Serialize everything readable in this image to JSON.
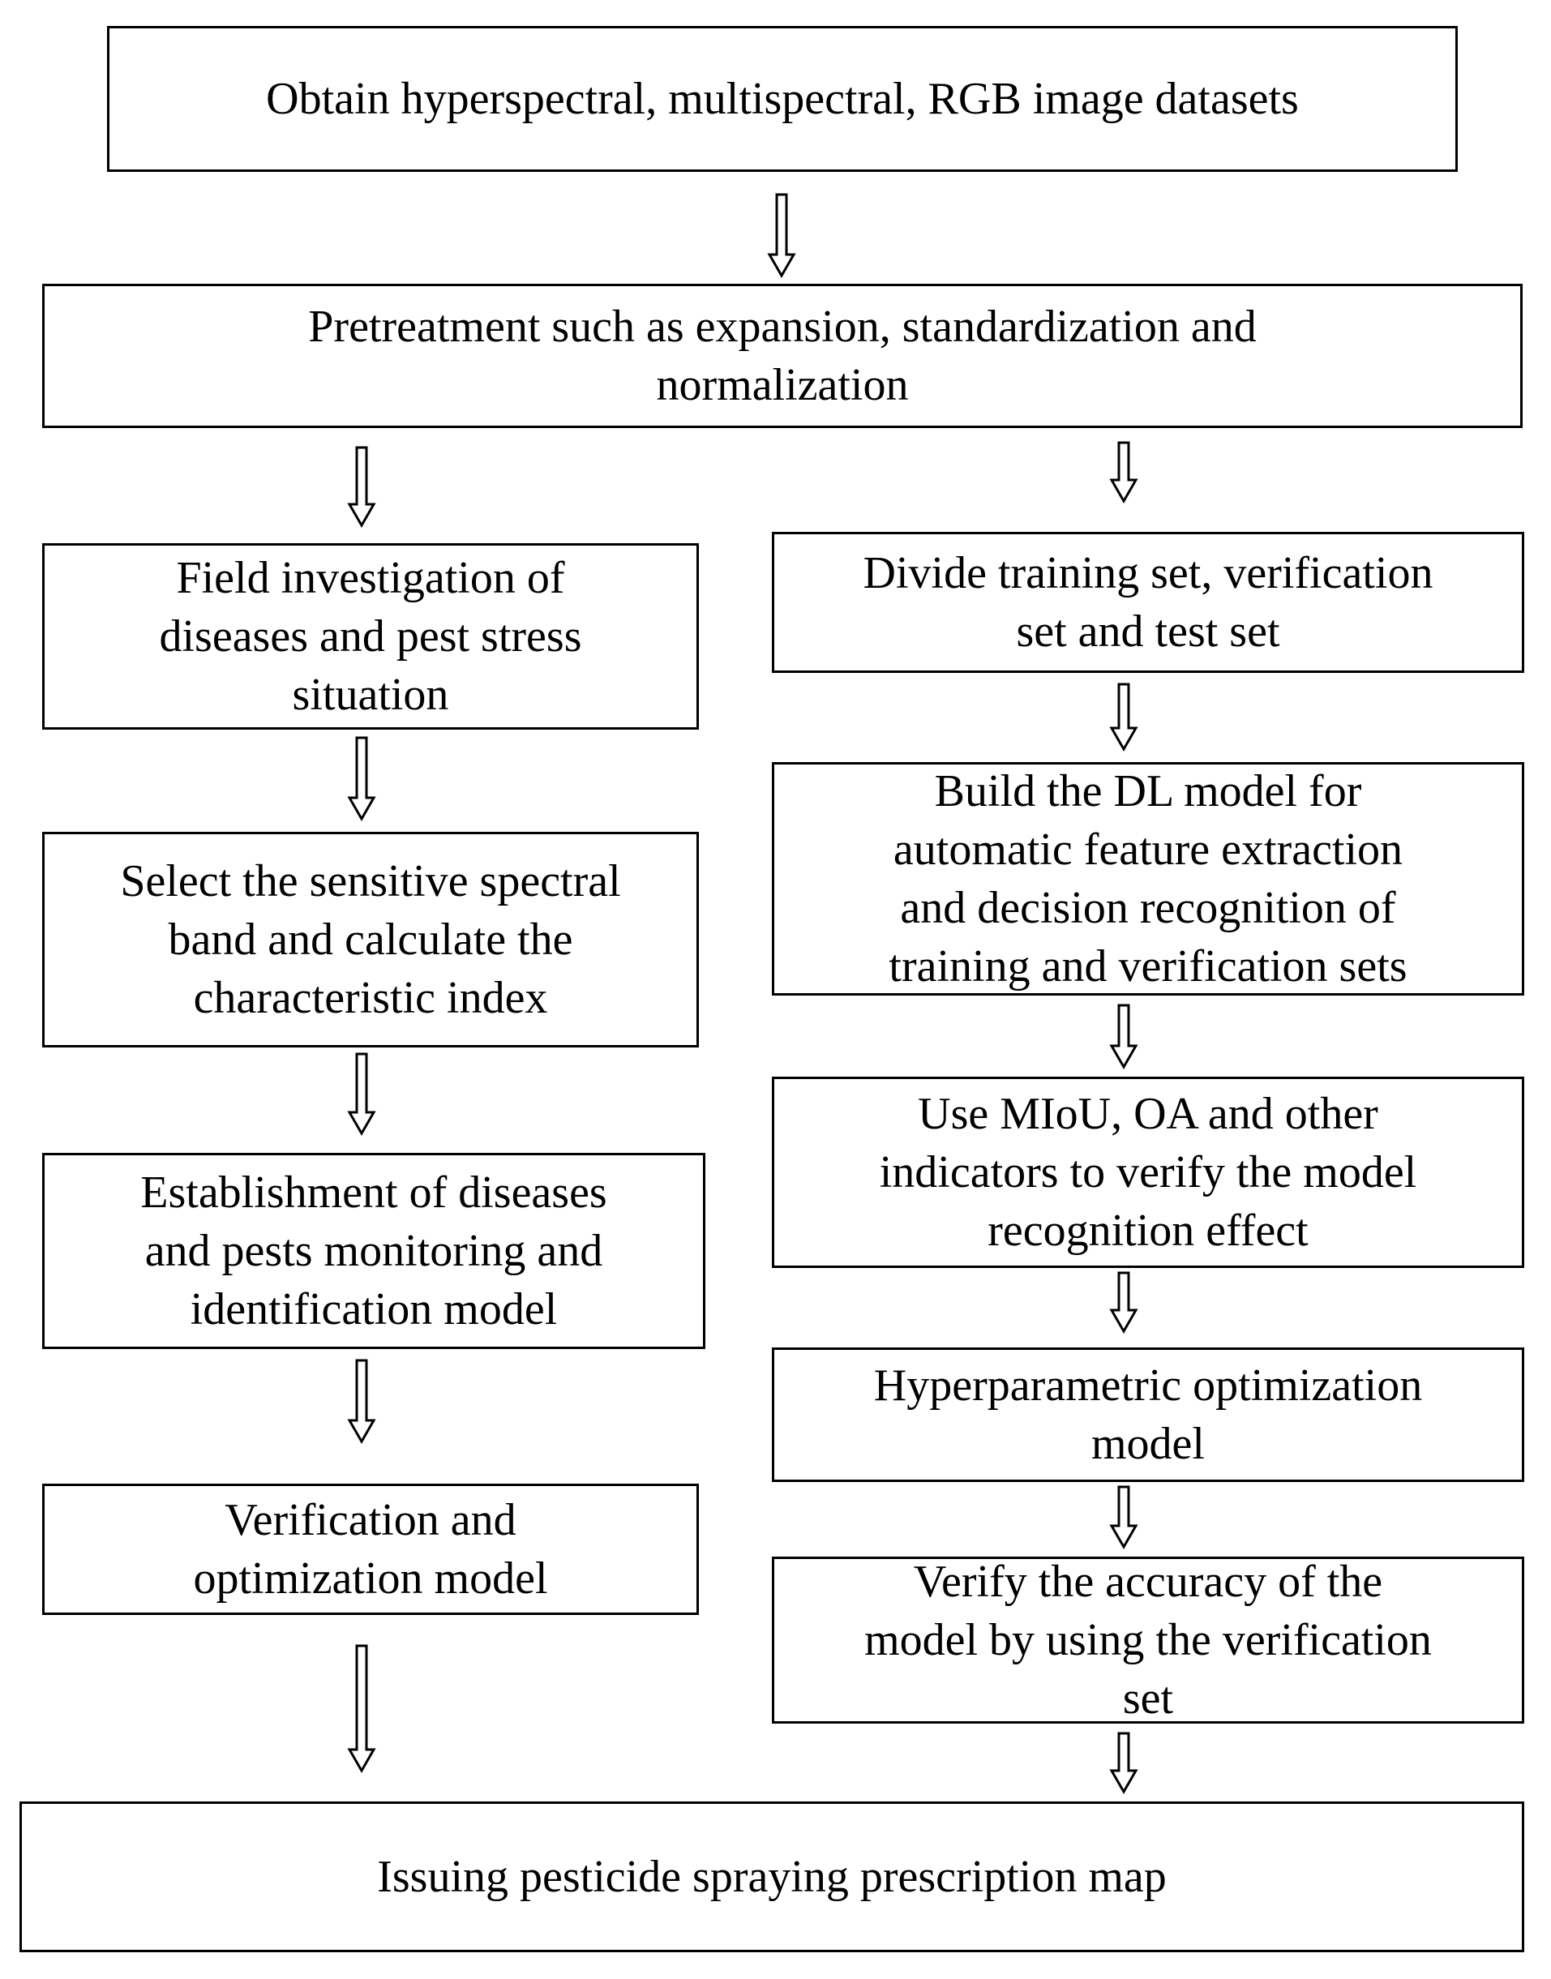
{
  "flowchart": {
    "top": {
      "obtain": "Obtain hyperspectral, multispectral, RGB image datasets",
      "pretreatment": "Pretreatment such as expansion, standardization and\nnormalization"
    },
    "left_branch": {
      "field_investigation": "Field investigation of\ndiseases and pest stress\nsituation",
      "select_band": "Select the sensitive spectral\nband and calculate the\ncharacteristic index",
      "establishment": "Establishment of diseases\nand pests monitoring and\nidentification model",
      "verification_optimization": "Verification and\noptimization model"
    },
    "right_branch": {
      "divide_sets": "Divide training set, verification\nset and test set",
      "build_dl": "Build the DL model for\nautomatic feature extraction\nand decision recognition of\ntraining and verification sets",
      "use_miou": "Use  MIoU, OA and other\nindicators to verify the model\nrecognition effect",
      "hyperparametric": "Hyperparametric optimization\nmodel",
      "verify_accuracy": "Verify the accuracy of the\nmodel by using the verification\nset"
    },
    "bottom": {
      "issuing": "Issuing pesticide spraying prescription map"
    }
  }
}
